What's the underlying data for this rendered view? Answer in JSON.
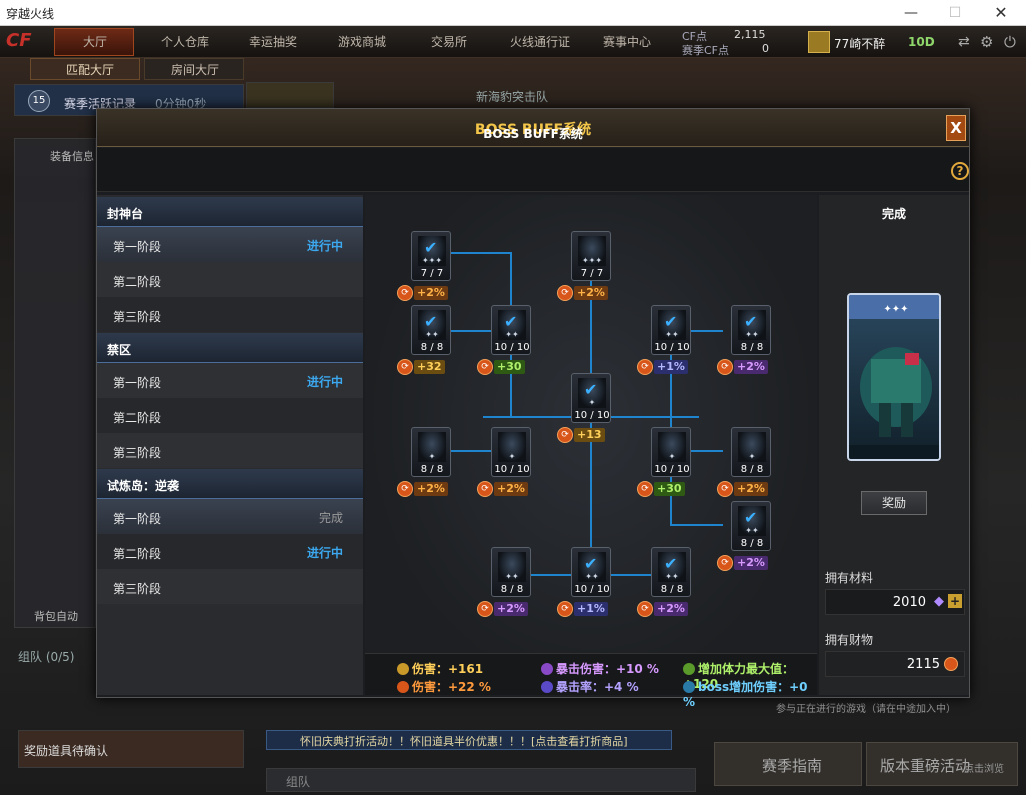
{
  "window": {
    "title": "穿越火线"
  },
  "nav": {
    "tabs": [
      "大厅",
      "个人仓库",
      "幸运抽奖",
      "游戏商城",
      "交易所",
      "火线通行证",
      "赛事中心"
    ],
    "sub_tabs": [
      "匹配大厅",
      "房间大厅"
    ],
    "cf_label": "CF点",
    "cf_value": "2,115",
    "season_cf_label": "赛季CF点",
    "season_cf_value": "0",
    "user_name": "77崎不醉",
    "level": "10D"
  },
  "background": {
    "season_record": "赛季活跃记录",
    "season_time": "0分钟0秒",
    "room_name": "新海豹突击队",
    "equip_info": "装备信息",
    "team": "组队 (0/5)",
    "reward_confirm": "奖励道具待确认",
    "bag_auto": "背包自动",
    "marquee": "怀旧庆典打折活动！！怀旧道具半价优惠！！！[点击查看打折商品]",
    "team_label": "组队",
    "season_guide": "赛季指南",
    "version_event": "版本重磅活动",
    "version_event_sub": "点击浏览",
    "join_hint": "参与正在进行的游戏（请在中途加入中）"
  },
  "modal": {
    "title": "BOSS BUFF系统",
    "subtitle": "BOSS BUFF系统",
    "close": "X",
    "help": "?",
    "groups": [
      {
        "name": "封神台",
        "stages": [
          {
            "label": "第一阶段",
            "status": "进行中"
          },
          {
            "label": "第二阶段",
            "status": ""
          },
          {
            "label": "第三阶段",
            "status": ""
          }
        ]
      },
      {
        "name": "禁区",
        "stages": [
          {
            "label": "第一阶段",
            "status": "进行中"
          },
          {
            "label": "第二阶段",
            "status": ""
          },
          {
            "label": "第三阶段",
            "status": ""
          }
        ]
      },
      {
        "name": "试炼岛：逆袭",
        "stages": [
          {
            "label": "第一阶段",
            "status": "完成"
          },
          {
            "label": "第二阶段",
            "status": "进行中"
          },
          {
            "label": "第三阶段",
            "status": ""
          }
        ]
      }
    ],
    "nodes": [
      {
        "count": "7 / 7",
        "bonus": "+2%",
        "kind": "bf"
      },
      {
        "count": "7 / 7",
        "bonus": "+2%",
        "kind": "bf"
      },
      {
        "count": "8 / 8",
        "bonus": "+32",
        "kind": "bs"
      },
      {
        "count": "10 / 10",
        "bonus": "+30",
        "kind": "bg"
      },
      {
        "count": "10 / 10",
        "bonus": "+1%",
        "kind": "bv"
      },
      {
        "count": "8 / 8",
        "bonus": "+2%",
        "kind": "bp"
      },
      {
        "count": "10 / 10",
        "bonus": "+13",
        "kind": "bs"
      },
      {
        "count": "8 / 8",
        "bonus": "+2%",
        "kind": "bf"
      },
      {
        "count": "10 / 10",
        "bonus": "+2%",
        "kind": "bf"
      },
      {
        "count": "10 / 10",
        "bonus": "+30",
        "kind": "bg"
      },
      {
        "count": "8 / 8",
        "bonus": "+2%",
        "kind": "bf"
      },
      {
        "count": "8 / 8",
        "bonus": "+2%",
        "kind": "bp"
      },
      {
        "count": "8 / 8",
        "bonus": "+2%",
        "kind": "bp"
      },
      {
        "count": "10 / 10",
        "bonus": "+1%",
        "kind": "bv"
      },
      {
        "count": "8 / 8",
        "bonus": "+2%",
        "kind": "bp"
      }
    ],
    "summary": [
      {
        "label": "伤害：+161",
        "color": "#ffcf5a"
      },
      {
        "label": "暴击伤害：+10 %",
        "color": "#d79aff"
      },
      {
        "label": "增加体力最大值：+120",
        "color": "#aef06a"
      },
      {
        "label": "伤害：+22 %",
        "color": "#ff9a3c"
      },
      {
        "label": "暴击率：+4 %",
        "color": "#b4a2ff"
      },
      {
        "label": "boss增加伤害：+0 %",
        "color": "#6fd0ff"
      }
    ],
    "right": {
      "status": "完成",
      "reward_button": "奖励",
      "material_label": "拥有材料",
      "material_value": "2010",
      "wealth_label": "拥有财物",
      "wealth_value": "2115"
    }
  }
}
